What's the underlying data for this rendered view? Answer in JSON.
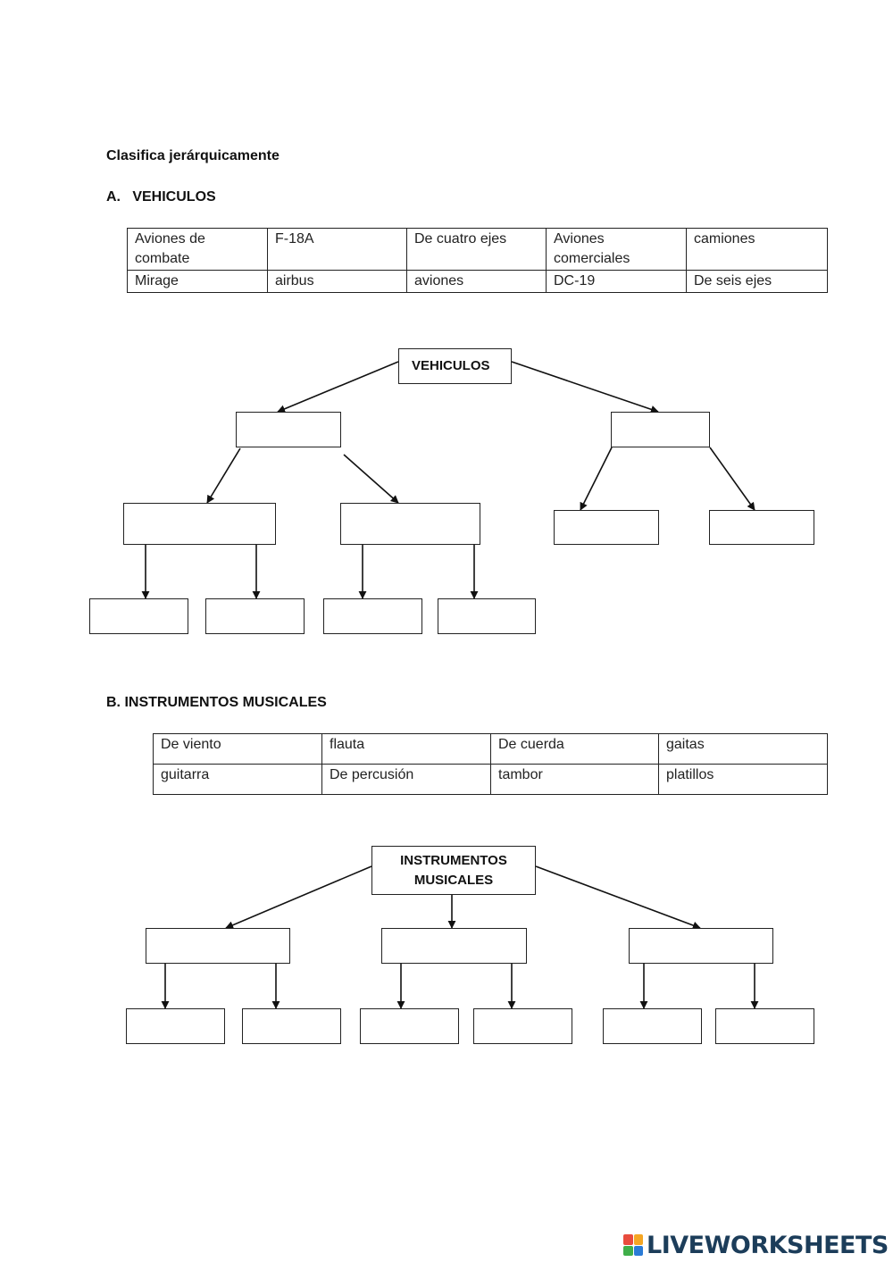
{
  "page": {
    "title": "Clasifica jerárquicamente",
    "section_a": "A.   VEHICULOS",
    "section_b": "B. INSTRUMENTOS MUSICALES"
  },
  "vehicles": {
    "table": [
      [
        "Aviones de combate",
        "F-18A",
        "De cuatro ejes",
        "Aviones comerciales",
        "camiones"
      ],
      [
        "Mirage",
        "airbus",
        "aviones",
        "DC-19",
        "De seis ejes"
      ]
    ],
    "root_label": "VEHICULOS"
  },
  "instruments": {
    "table": [
      [
        "De viento",
        "flauta",
        "De cuerda",
        "gaitas"
      ],
      [
        "guitarra",
        "De percusión",
        "tambor",
        "platillos"
      ]
    ],
    "root_label": "INSTRUMENTOS MUSICALES"
  },
  "brand": {
    "name": "LIVEWORKSHEETS",
    "text_color": "#1c3d5a",
    "mark_colors": [
      "#e84c3d",
      "#f5a623",
      "#3fae49",
      "#2b7bd6"
    ]
  }
}
